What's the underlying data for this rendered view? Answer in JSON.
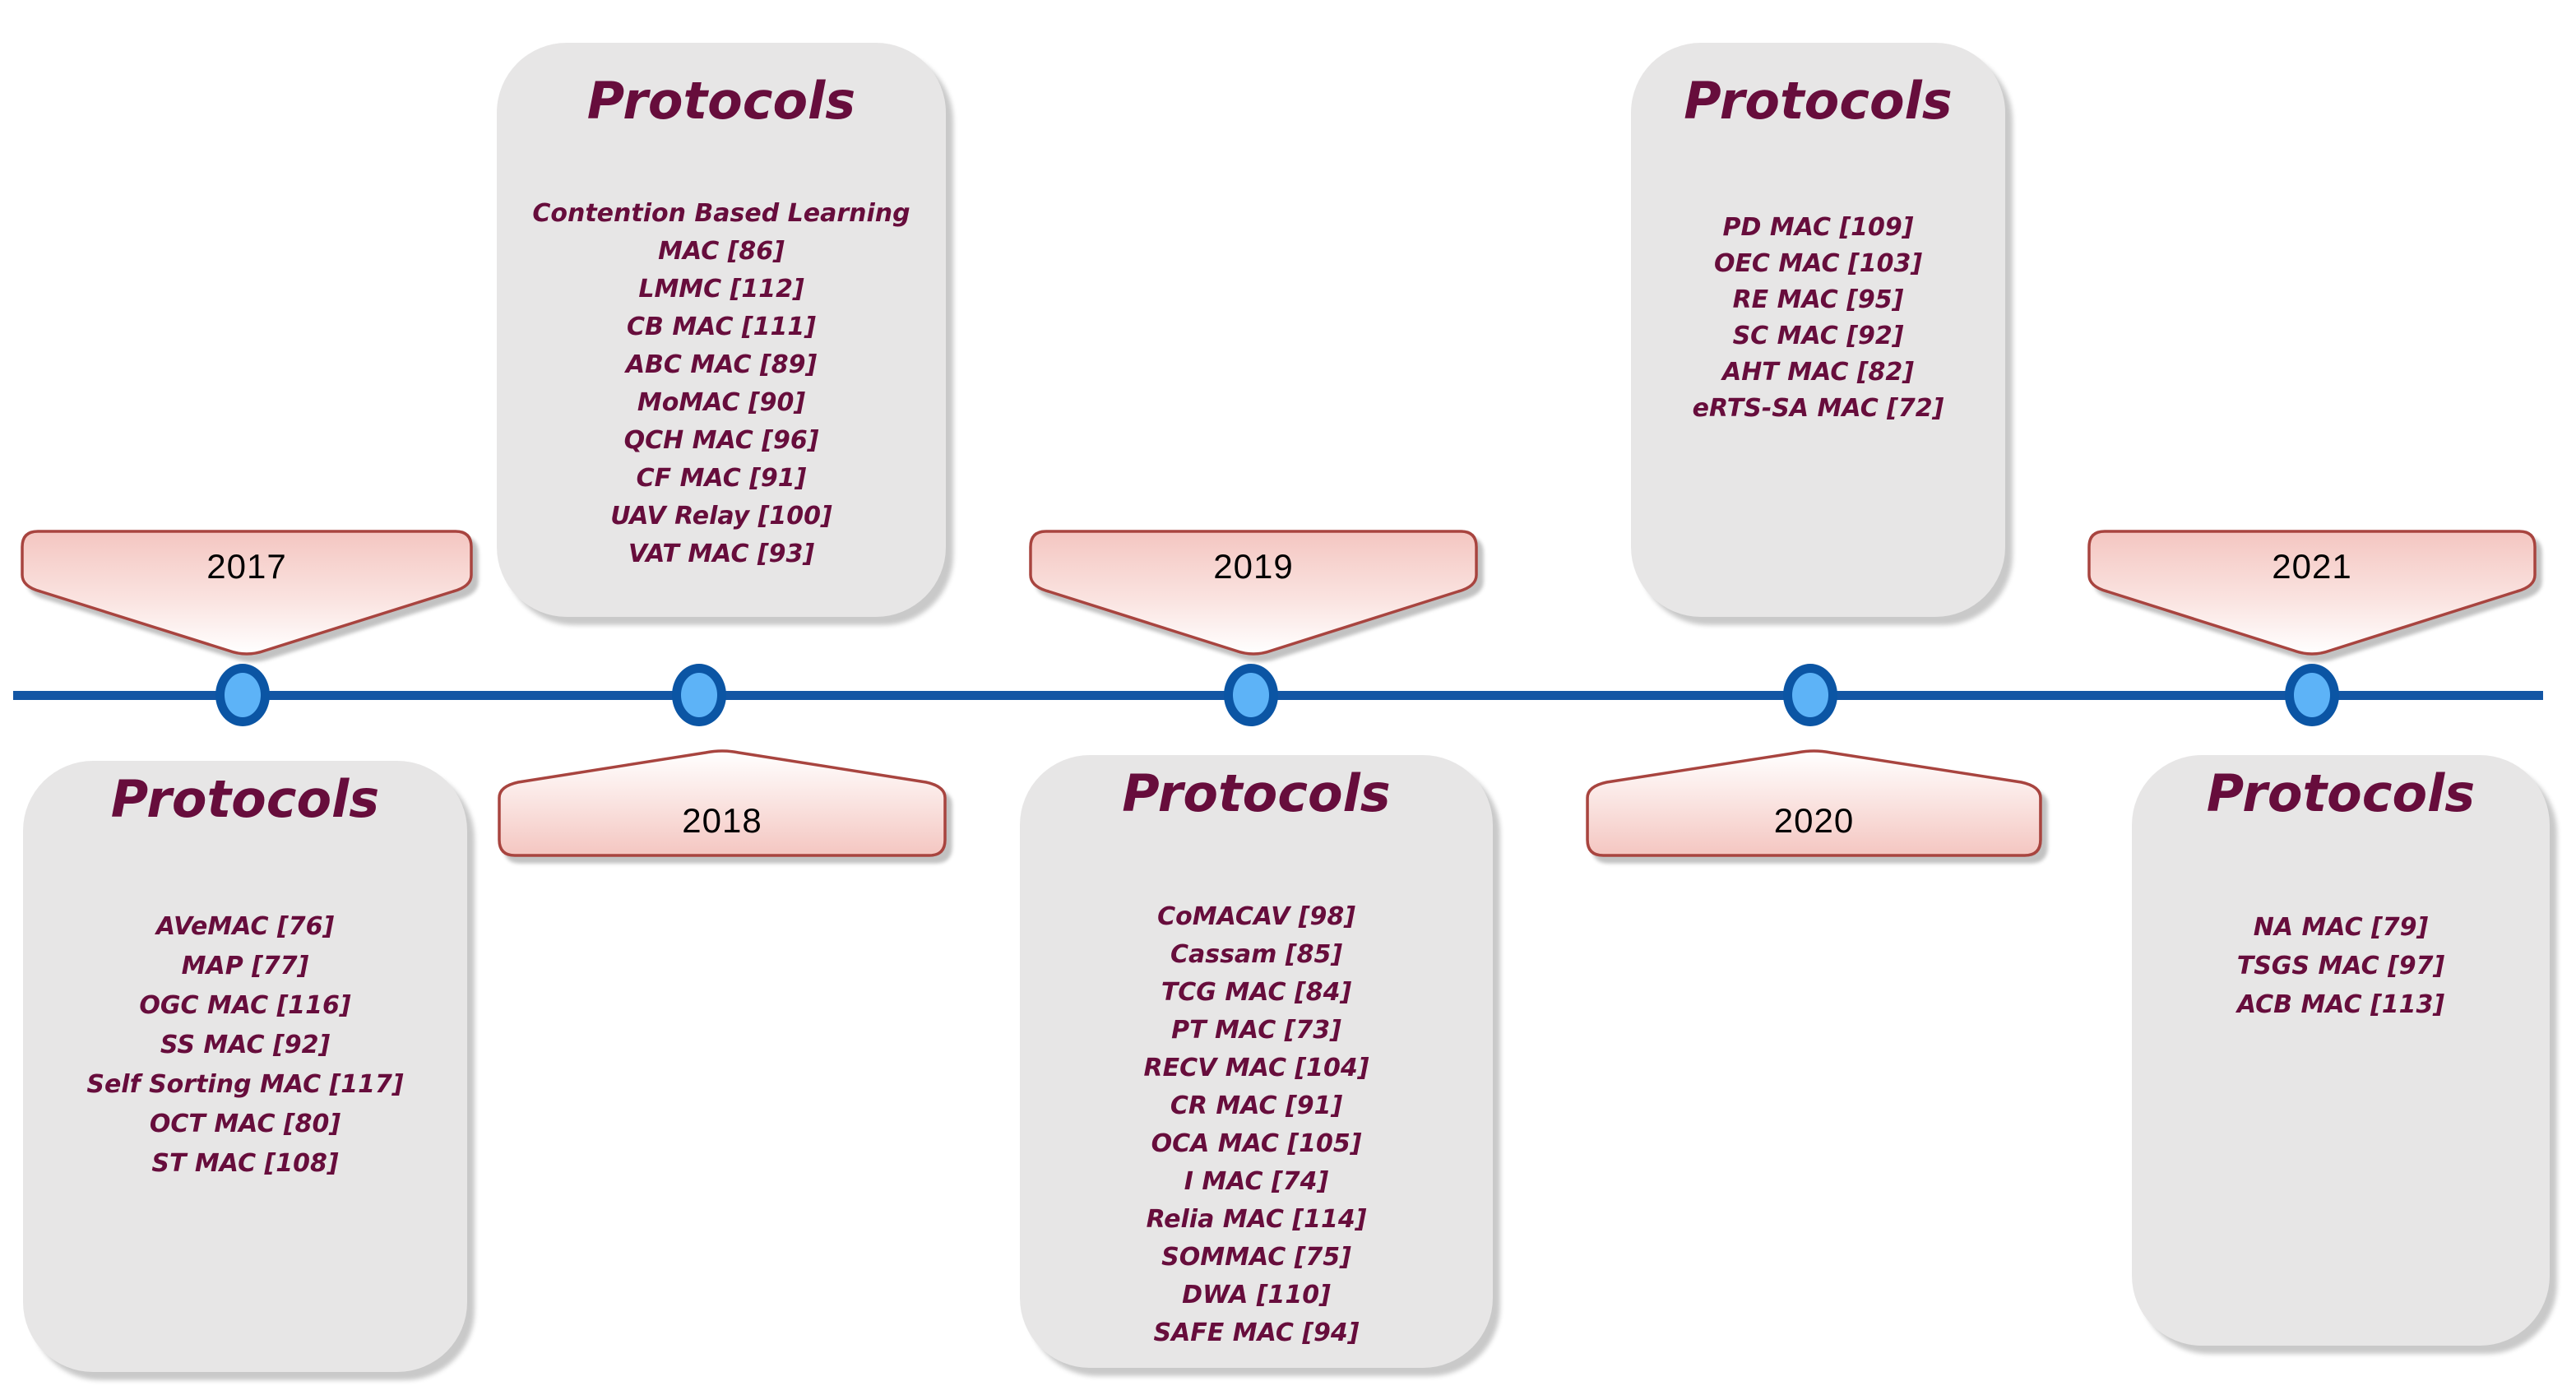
{
  "timeline": {
    "years": [
      "2017",
      "2018",
      "2019",
      "2020",
      "2021"
    ],
    "line_color": "#1356a4",
    "node_fill": "#5db3f7",
    "node_border_color": "#0b55a4"
  },
  "banner_style": {
    "border_color": "#a8443f",
    "pink": "#f4c6c1",
    "white": "#ffffff",
    "year_text_color": "#000000"
  },
  "box_style": {
    "background": "#e7e6e6",
    "text_color": "#670d3c"
  },
  "groups": [
    {
      "year": "2017",
      "title": "Protocols",
      "items": [
        "AVeMAC [76]",
        "MAP [77]",
        "OGC MAC [116]",
        "SS MAC [92]",
        "Self Sorting MAC [117]",
        "OCT MAC [80]",
        "ST MAC [108]"
      ]
    },
    {
      "year": "2018",
      "title": "Protocols",
      "items": [
        "Contention Based Learning MAC [86]",
        "LMMC [112]",
        "CB MAC [111]",
        "ABC MAC [89]",
        "MoMAC [90]",
        "QCH MAC [96]",
        "CF MAC [91]",
        "UAV Relay [100]",
        "VAT MAC [93]"
      ]
    },
    {
      "year": "2019",
      "title": "Protocols",
      "items": [
        "CoMACAV [98]",
        "Cassam [85]",
        "TCG MAC [84]",
        "PT MAC [73]",
        "RECV MAC [104]",
        "CR MAC [91]",
        "OCA MAC [105]",
        "I MAC [74]",
        "Relia MAC [114]",
        "SOMMAC [75]",
        "DWA [110]",
        "SAFE MAC [94]"
      ]
    },
    {
      "year": "2020",
      "title": "Protocols",
      "items": [
        "PD MAC [109]",
        "OEC MAC [103]",
        "RE MAC [95]",
        "SC MAC [92]",
        "AHT MAC [82]",
        "eRTS-SA MAC [72]"
      ]
    },
    {
      "year": "2021",
      "title": "Protocols",
      "items": [
        "NA MAC [79]",
        "TSGS MAC [97]",
        "ACB MAC [113]"
      ]
    }
  ]
}
